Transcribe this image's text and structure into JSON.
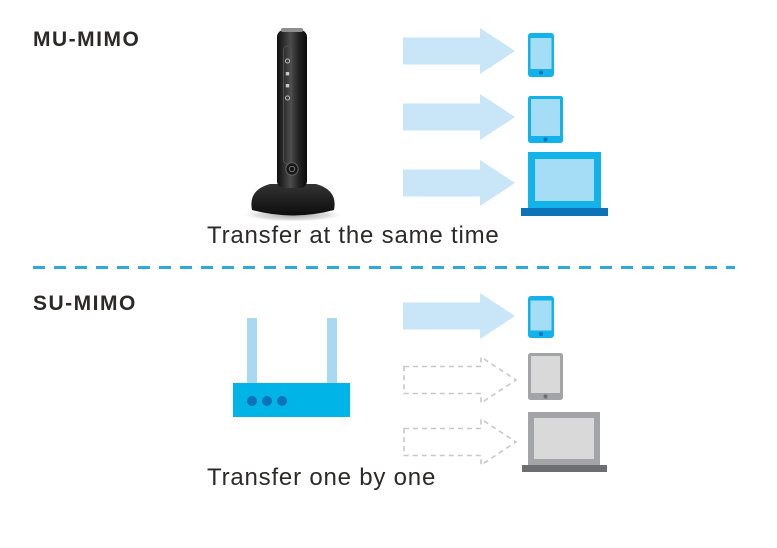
{
  "colors": {
    "text": "#2b2a29",
    "light_blue": "#c9e6f8",
    "cyan": "#12b2ea",
    "screen_blue": "#a6ddf6",
    "dark_blue": "#0d72b8",
    "router_cyan": "#00b4e8",
    "antenna_blue": "#a9d9f0",
    "divider": "#2fa8dc",
    "gray_frame": "#a2a4a7",
    "gray_screen": "#d9d9d9",
    "gray_dark": "#6d6e71",
    "dashed_stroke": "#c6c8ca"
  },
  "sections": {
    "mu": {
      "label": "MU-MIMO",
      "caption": "Transfer at the same time",
      "router": "tower-router-photo",
      "arrows": [
        "solid",
        "solid",
        "solid"
      ],
      "devices": [
        {
          "type": "smartphone",
          "state": "active"
        },
        {
          "type": "tablet",
          "state": "active"
        },
        {
          "type": "laptop",
          "state": "active"
        }
      ]
    },
    "su": {
      "label": "SU-MIMO",
      "caption": "Transfer one by one",
      "router": "wifi-router-icon",
      "arrows": [
        "solid",
        "dashed",
        "dashed"
      ],
      "devices": [
        {
          "type": "smartphone",
          "state": "active"
        },
        {
          "type": "tablet",
          "state": "inactive"
        },
        {
          "type": "laptop",
          "state": "inactive"
        }
      ]
    }
  }
}
